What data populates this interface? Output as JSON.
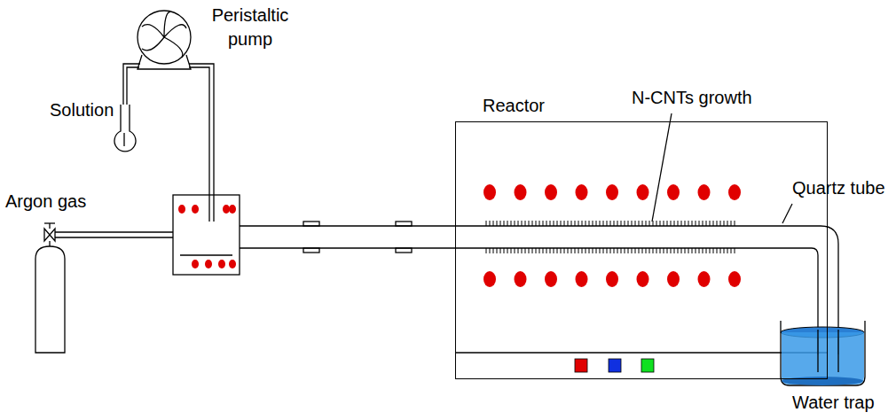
{
  "diagram": {
    "nodes": [
      {
        "text": [
          "Reactor"
        ]
      }
    ],
    "labels": [
      "Peristaltic pump",
      "Solution",
      "Argon gas",
      "N-CNTs growth",
      "Quartz tube",
      "Water trap"
    ]
  }
}
